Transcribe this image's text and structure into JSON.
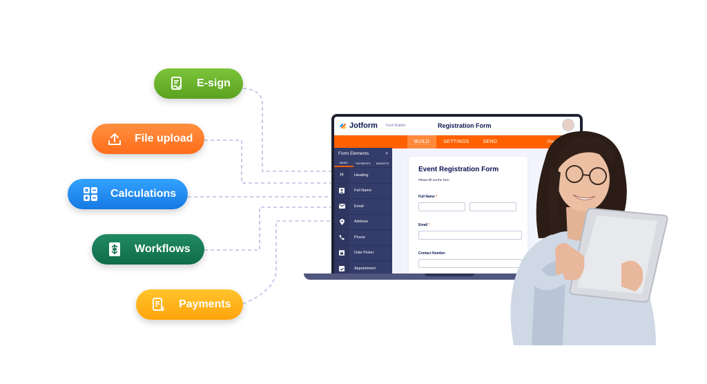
{
  "features": [
    {
      "label": "E-sign",
      "icon": "e-sign-icon",
      "color": "#69b22a"
    },
    {
      "label": "File upload",
      "icon": "upload-icon",
      "color": "#ff7d2a"
    },
    {
      "label": "Calculations",
      "icon": "calculator-icon",
      "color": "#1f8cf1"
    },
    {
      "label": "Workflows",
      "icon": "workflow-icon",
      "color": "#1b7f5a"
    },
    {
      "label": "Payments",
      "icon": "payment-receipt-icon",
      "color": "#ffb20d"
    }
  ],
  "app": {
    "logo_text": "Jotform",
    "form_builder": "Form Builder",
    "title": "Registration Form",
    "tabs": [
      "BUILD",
      "SETTINGS",
      "SEND"
    ],
    "active_tab": "BUILD",
    "preview": "Preview Form",
    "accent": "#ff6100"
  },
  "sidebar": {
    "title": "Form Elements",
    "close": "×",
    "tabs": [
      "BASIC",
      "PAYMENTS",
      "WIDGETS"
    ],
    "items": [
      {
        "label": "Heading",
        "icon": "heading-icon",
        "glyph": "H"
      },
      {
        "label": "Full Name",
        "icon": "person-icon",
        "glyph": "👤"
      },
      {
        "label": "Email",
        "icon": "email-icon",
        "glyph": "✉"
      },
      {
        "label": "Address",
        "icon": "location-pin-icon",
        "glyph": "⬤"
      },
      {
        "label": "Phone",
        "icon": "phone-icon",
        "glyph": "✆"
      },
      {
        "label": "Date Picker",
        "icon": "calendar-icon",
        "glyph": "▦"
      },
      {
        "label": "Appointment",
        "icon": "appointment-icon",
        "glyph": "▣"
      }
    ]
  },
  "form": {
    "title": "Event Registration Form",
    "subtitle": "Please fill out the form",
    "fields": {
      "full_name": "Full Name",
      "email": "Email",
      "contact": "Contact Number",
      "required_mark": "*"
    }
  }
}
